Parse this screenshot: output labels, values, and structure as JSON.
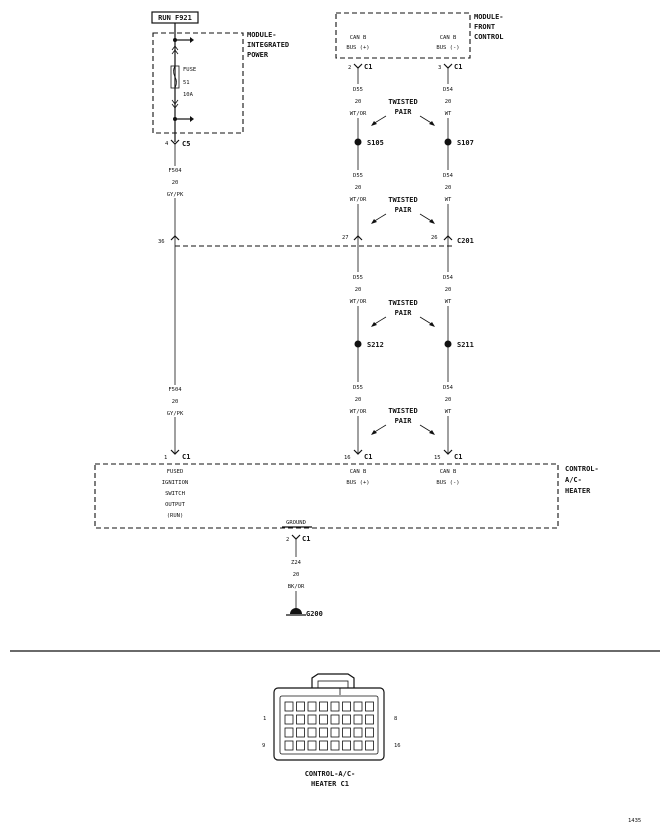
{
  "run_label": "RUN F921",
  "modules": {
    "integrated_power": [
      "MODULE-",
      "INTEGRATED",
      "POWER"
    ],
    "front_control": [
      "MODULE-",
      "FRONT",
      "CONTROL"
    ],
    "ac_heater": [
      "CONTROL-",
      "A/C-",
      "HEATER"
    ]
  },
  "fuse": [
    "FUSE",
    "51",
    "10A"
  ],
  "connectors": {
    "c5": "C5",
    "c1": "C1",
    "c201": "C201",
    "g200": "G200"
  },
  "pins": {
    "fcm_2": "2",
    "fcm_3": "3",
    "c5_pin": "4",
    "c201_left": "36",
    "c201_mid": "27",
    "c201_right": "26",
    "ac_1": "1",
    "ac_16": "16",
    "ac_15": "15",
    "gnd_2": "2"
  },
  "splices": {
    "s105": "S105",
    "s107": "S107",
    "s212": "S212",
    "s211": "S211"
  },
  "twisted_pair": [
    "TWISTED",
    "PAIR"
  ],
  "wires": {
    "d55": [
      "D55",
      "20",
      "WT/OR"
    ],
    "d54": [
      "D54",
      "20",
      "WT"
    ],
    "f504": [
      "F504",
      "20",
      "GY/PK"
    ],
    "z24": [
      "Z24",
      "20",
      "BK/OR"
    ]
  },
  "can_b_plus": [
    "CAN B",
    "BUS (+)"
  ],
  "can_b_minus": [
    "CAN B",
    "BUS (-)"
  ],
  "fused_output": [
    "FUSED",
    "IGNITION",
    "SWITCH",
    "OUTPUT",
    "(RUN)"
  ],
  "ground_label": "GROUND",
  "connector_view": {
    "title": [
      "CONTROL-A/C-",
      "HEATER C1"
    ],
    "pin_left_top": "1",
    "pin_right_top": "8",
    "pin_left_bottom": "9",
    "pin_right_bottom": "16"
  },
  "figure_code": "1435"
}
